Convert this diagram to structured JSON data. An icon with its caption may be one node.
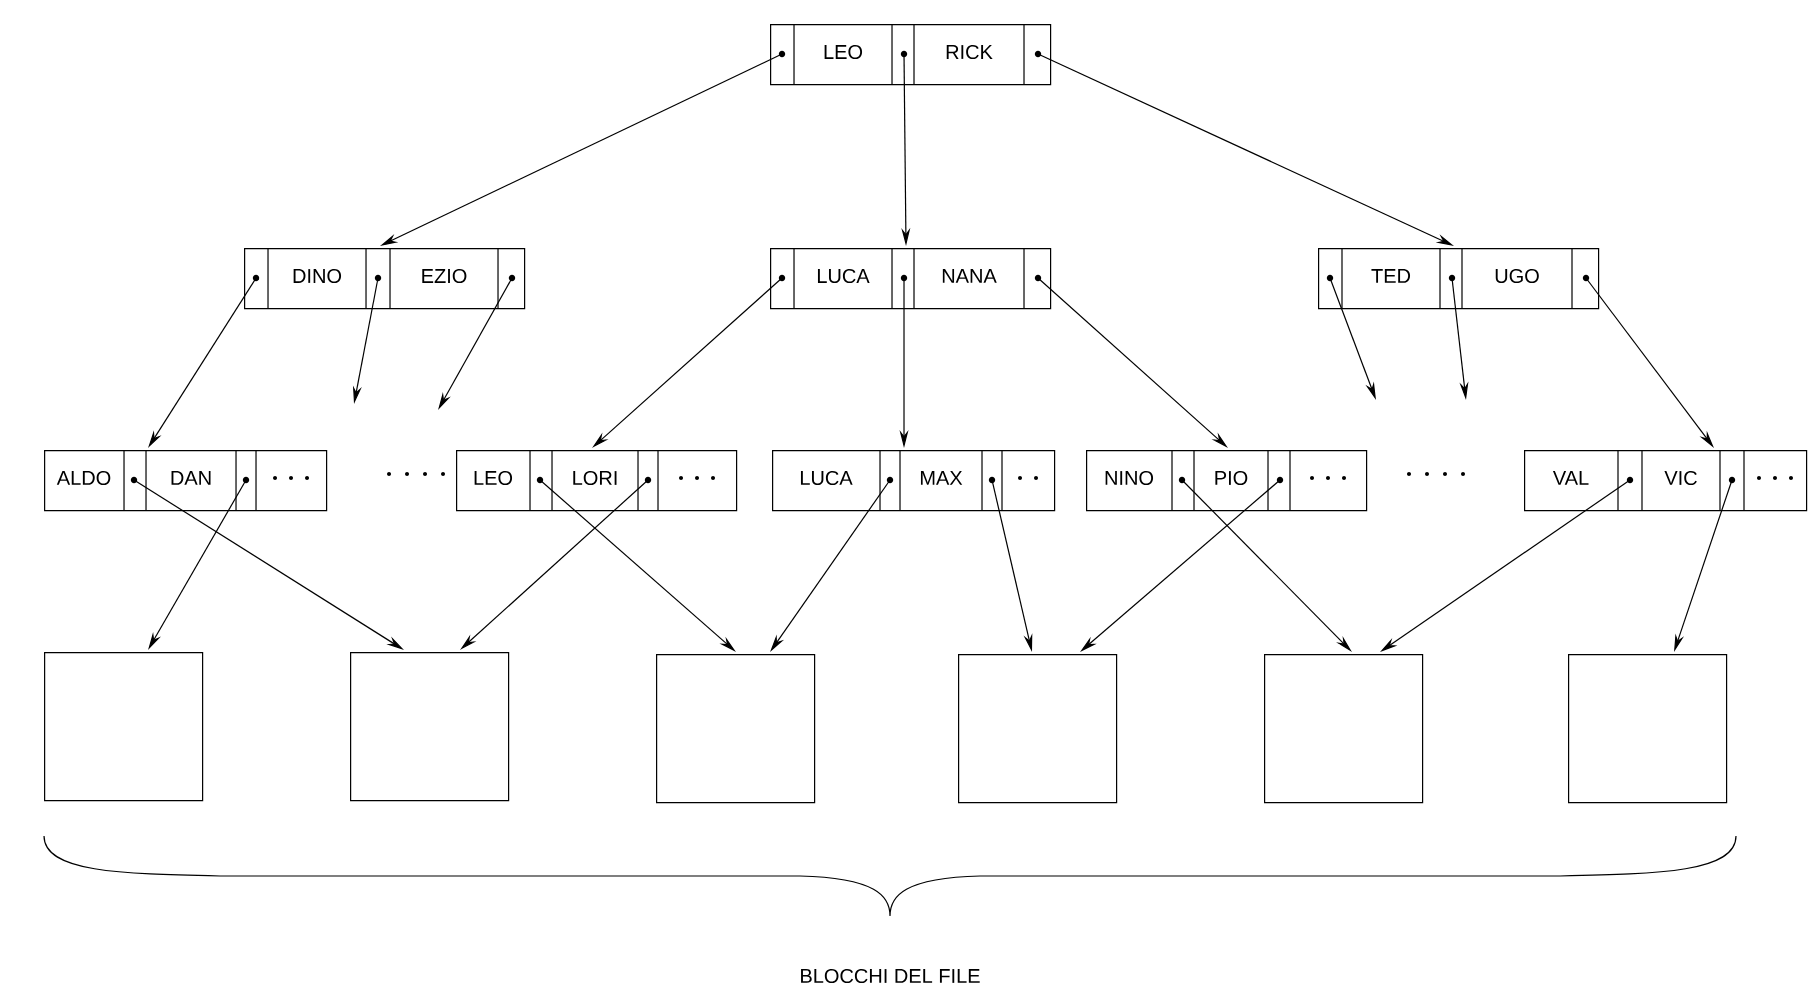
{
  "diagram": {
    "nodes": [
      {
        "text": [
          "LEO",
          "RICK"
        ]
      },
      {
        "text": [
          "DINO",
          "EZIO"
        ]
      },
      {
        "text": [
          "LUCA",
          "NANA"
        ]
      },
      {
        "text": [
          "TED",
          "UGO"
        ]
      },
      {
        "text": [
          "ALDO",
          "DAN"
        ]
      },
      {
        "text": [
          "LEO",
          "LORI"
        ]
      },
      {
        "text": [
          "LUCA",
          "MAX"
        ]
      },
      {
        "text": [
          "NINO",
          "PIO"
        ]
      },
      {
        "text": [
          "VAL",
          "VIC"
        ]
      },
      {
        "text": [],
        "shape": "box"
      },
      {
        "text": [],
        "shape": "box"
      },
      {
        "text": [],
        "shape": "box"
      },
      {
        "text": [],
        "shape": "box"
      },
      {
        "text": [],
        "shape": "box"
      },
      {
        "text": [],
        "shape": "box"
      }
    ],
    "edges": [
      {
        "from": 0,
        "to": 1,
        "arrow": "to"
      },
      {
        "from": 0,
        "to": 2,
        "arrow": "to"
      },
      {
        "from": 0,
        "to": 3,
        "arrow": "to"
      },
      {
        "from": 1,
        "to": 4,
        "arrow": "to"
      },
      {
        "from": 1,
        "to": null,
        "arrow": "to"
      },
      {
        "from": 1,
        "to": null,
        "arrow": "to"
      },
      {
        "from": 2,
        "to": 5,
        "arrow": "to"
      },
      {
        "from": 2,
        "to": 6,
        "arrow": "to"
      },
      {
        "from": 2,
        "to": 7,
        "arrow": "to"
      },
      {
        "from": 3,
        "to": null,
        "arrow": "to"
      },
      {
        "from": 3,
        "to": null,
        "arrow": "to"
      },
      {
        "from": 3,
        "to": 8,
        "arrow": "to"
      },
      {
        "from": 4,
        "to": 10,
        "arrow": "to"
      },
      {
        "from": 4,
        "to": 9,
        "arrow": "to"
      },
      {
        "from": 5,
        "to": 11,
        "arrow": "to"
      },
      {
        "from": 5,
        "to": 10,
        "arrow": "to"
      },
      {
        "from": 6,
        "to": 11,
        "arrow": "to"
      },
      {
        "from": 6,
        "to": 12,
        "arrow": "to"
      },
      {
        "from": 7,
        "to": 13,
        "arrow": "to"
      },
      {
        "from": 7,
        "to": 12,
        "arrow": "to"
      },
      {
        "from": 8,
        "to": 13,
        "arrow": "to"
      },
      {
        "from": 8,
        "to": 14,
        "arrow": "to"
      }
    ],
    "labels": [
      "BLOCCHI DEL FILE"
    ]
  }
}
